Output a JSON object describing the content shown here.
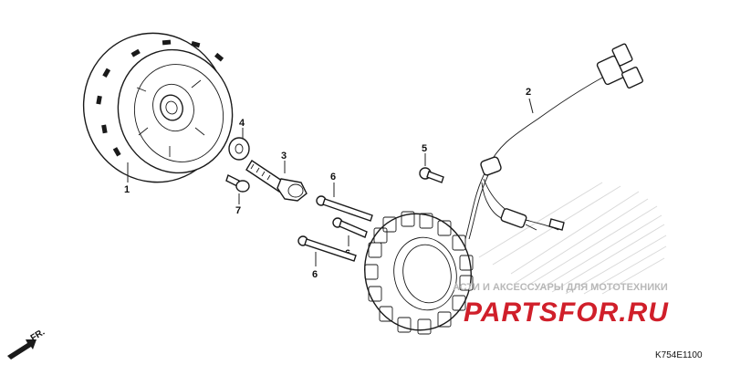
{
  "diagram_code": "K754E1100",
  "direction_label": "FR.",
  "watermark": {
    "line": "АСТИ И АКСЕССУАРЫ ДЛЯ МОТОТЕХНИКИ",
    "brand": "PARTSFOR.RU"
  },
  "callouts": {
    "flywheel": "1",
    "wire_harness": "2",
    "flywheel_bolt": "3",
    "washer": "4",
    "clamp_bolt": "5",
    "stator_bolt_a": "6",
    "stator_bolt_b": "6",
    "stator_bolt_c": "6",
    "small_bolt": "7"
  }
}
